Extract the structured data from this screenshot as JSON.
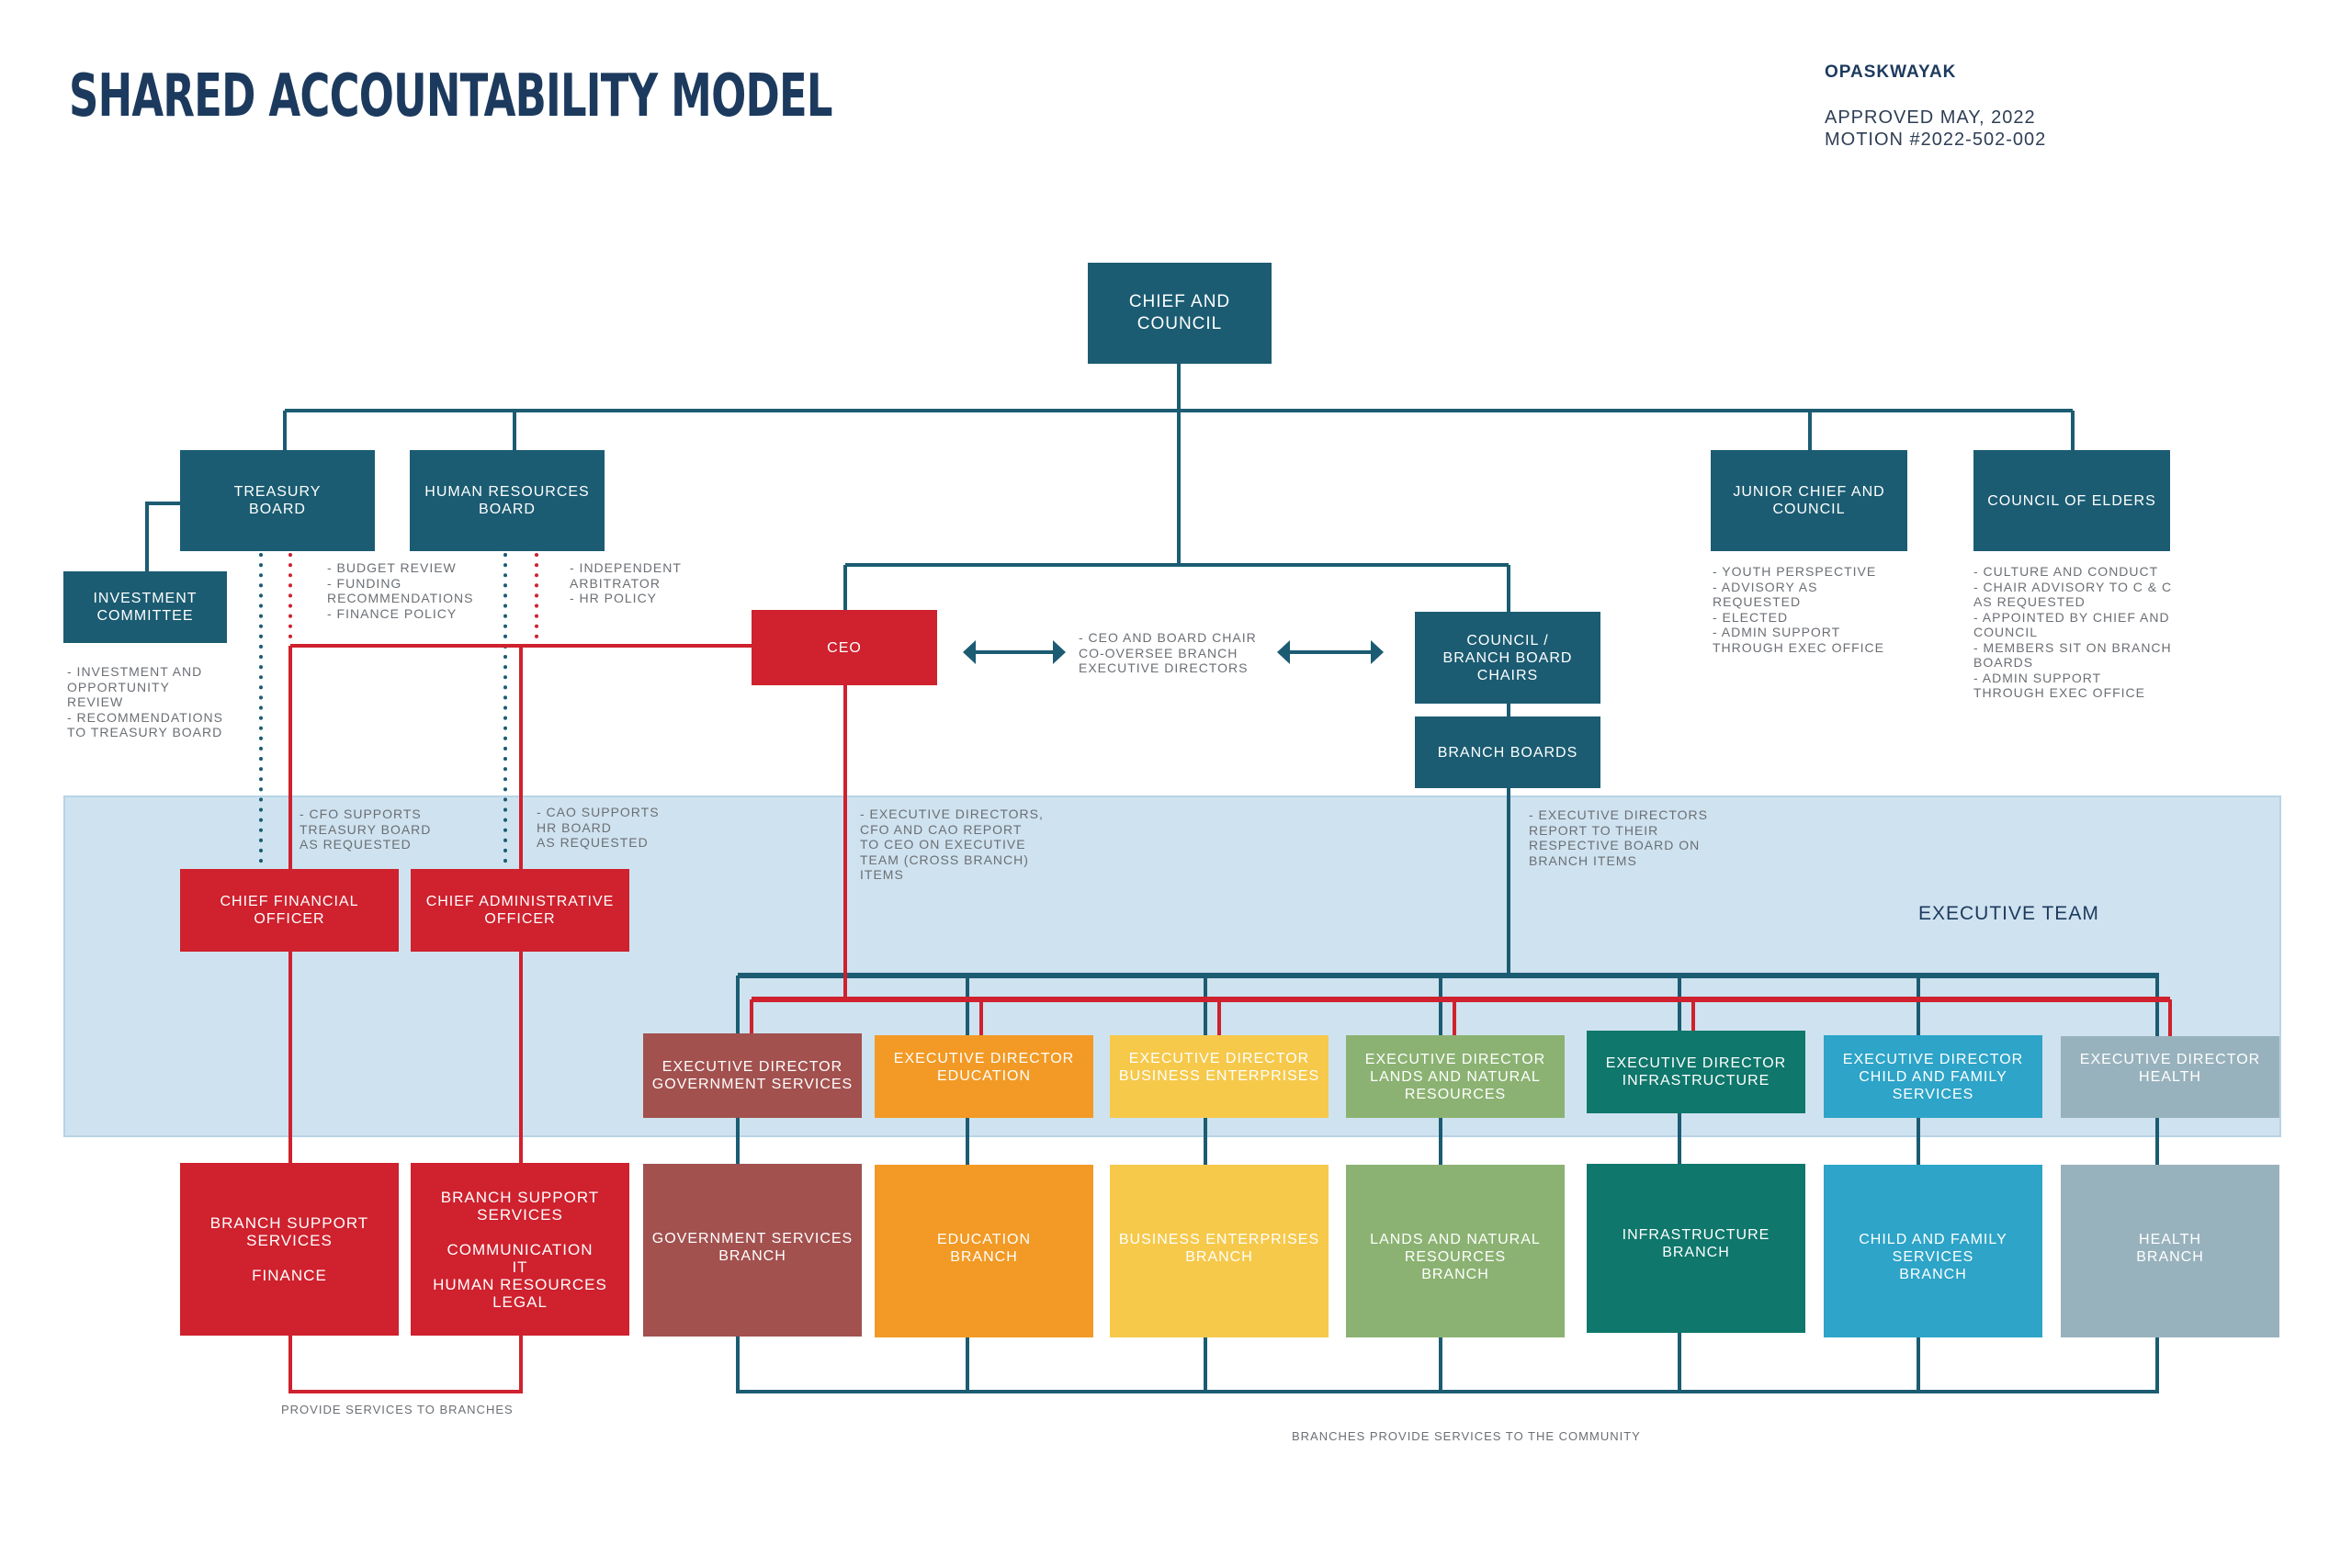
{
  "header": {
    "title": "SHARED ACCOUNTABILITY MODEL",
    "organization": "OPASKWAYAK",
    "approved": "APPROVED MAY, 2022",
    "motion": "MOTION #2022-502-002"
  },
  "colors": {
    "navy_teal": "#1b5c72",
    "red": "#cf212e",
    "exec_band": "#cfe2ef",
    "government_services": "#a2514f",
    "education": "#f29a25",
    "business_enterprises": "#f6c94b",
    "lands_natural_resources": "#8bb272",
    "infrastructure": "#0f776b",
    "child_family_services": "#2da4c8",
    "health": "#98b2bd"
  },
  "governance": {
    "chief_and_council": "CHIEF AND\nCOUNCIL",
    "treasury_board": "TREASURY\nBOARD",
    "hr_board": "HUMAN RESOURCES\nBOARD",
    "investment_committee": "INVESTMENT\nCOMMITTEE",
    "junior_chief": "JUNIOR CHIEF AND\nCOUNCIL",
    "council_of_elders": "COUNCIL OF ELDERS",
    "ceo": "CEO",
    "council_branch_chairs": "COUNCIL /\nBRANCH BOARD\nCHAIRS",
    "branch_boards": "BRANCH BOARDS"
  },
  "notes": {
    "treasury": "- BUDGET REVIEW\n- FUNDING\n  RECOMMENDATIONS\n- FINANCE POLICY",
    "hr": "- INDEPENDENT\n  ARBITRATOR\n- HR POLICY",
    "investment": "- INVESTMENT AND\nOPPORTUNITY\nREVIEW\n- RECOMMENDATIONS\nTO TREASURY BOARD",
    "junior_chief": "- YOUTH PERSPECTIVE\n- ADVISORY AS\n  REQUESTED\n- ELECTED\n- ADMIN SUPPORT\nTHROUGH EXEC OFFICE",
    "elders": "- CULTURE AND CONDUCT\n- CHAIR ADVISORY TO C & C\n  AS REQUESTED\n- APPOINTED BY CHIEF AND\nCOUNCIL\n- MEMBERS SIT ON BRANCH\nBOARDS\n- ADMIN SUPPORT\nTHROUGH EXEC OFFICE",
    "co_oversee": "- CEO AND BOARD CHAIR\n  CO-OVERSEE BRANCH\n  EXECUTIVE DIRECTORS",
    "cfo": "- CFO SUPPORTS\n  TREASURY BOARD\n  AS REQUESTED",
    "cao": "- CAO SUPPORTS\n  HR BOARD\n  AS REQUESTED",
    "ceo_report": "- EXECUTIVE DIRECTORS,\n  CFO AND CAO REPORT\n  TO CEO ON EXECUTIVE\n  TEAM (CROSS BRANCH)\n  ITEMS",
    "board_report": "- EXECUTIVE DIRECTORS\n  REPORT TO THEIR\n  RESPECTIVE BOARD ON\n  BRANCH ITEMS"
  },
  "executive_team": {
    "label": "EXECUTIVE TEAM",
    "cfo": "CHIEF FINANCIAL\nOFFICER",
    "cao": "CHIEF ADMINISTRATIVE\nOFFICER",
    "directors": [
      {
        "label": "EXECUTIVE DIRECTOR\nGOVERNMENT SERVICES"
      },
      {
        "label": "EXECUTIVE DIRECTOR\nEDUCATION"
      },
      {
        "label": "EXECUTIVE DIRECTOR\nBUSINESS ENTERPRISES"
      },
      {
        "label": "EXECUTIVE DIRECTOR\nLANDS AND NATURAL\nRESOURCES"
      },
      {
        "label": "EXECUTIVE DIRECTOR\nINFRASTRUCTURE"
      },
      {
        "label": "EXECUTIVE DIRECTOR\nCHILD AND FAMILY\nSERVICES"
      },
      {
        "label": "EXECUTIVE DIRECTOR\nHEALTH"
      }
    ]
  },
  "support_services": [
    {
      "label": "BRANCH SUPPORT\nSERVICES\n\nFINANCE"
    },
    {
      "label": "BRANCH SUPPORT\nSERVICES\n\nCOMMUNICATION\nIT\nHUMAN RESOURCES\nLEGAL"
    }
  ],
  "branches": [
    {
      "label": "GOVERNMENT SERVICES\nBRANCH"
    },
    {
      "label": "EDUCATION\nBRANCH"
    },
    {
      "label": "BUSINESS ENTERPRISES\nBRANCH"
    },
    {
      "label": "LANDS AND NATURAL\nRESOURCES\nBRANCH"
    },
    {
      "label": "INFRASTRUCTURE\nBRANCH"
    },
    {
      "label": "CHILD AND FAMILY\nSERVICES\nBRANCH"
    },
    {
      "label": "HEALTH\nBRANCH"
    }
  ],
  "captions": {
    "support": "PROVIDE SERVICES TO BRANCHES",
    "branches": "BRANCHES PROVIDE SERVICES TO THE COMMUNITY"
  }
}
